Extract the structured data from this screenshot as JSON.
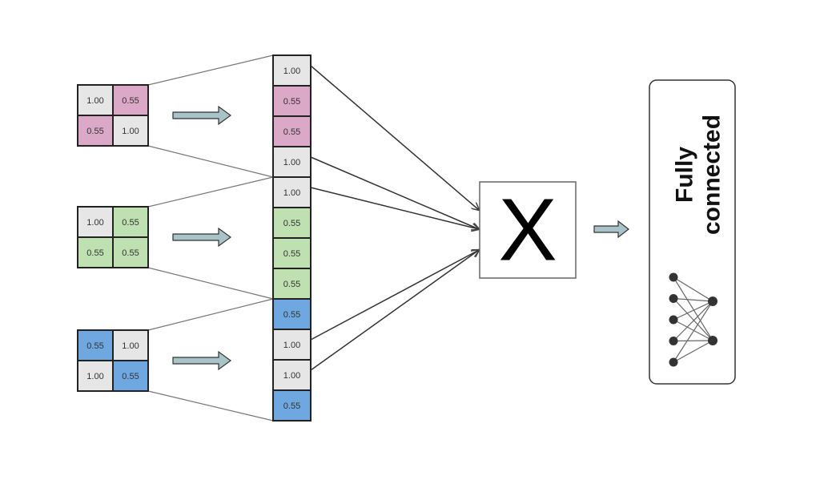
{
  "colors": {
    "gray": "#e6e6e6",
    "pink": "#dba8c8",
    "green": "#bfe0b0",
    "blue": "#6fa7e0",
    "arrow_fill": "#a9c4c8",
    "line": "#555555"
  },
  "input_grids": [
    {
      "name": "grid-pink",
      "cells": [
        {
          "value": "1.00",
          "color": "gray"
        },
        {
          "value": "0.55",
          "color": "pink"
        },
        {
          "value": "0.55",
          "color": "pink"
        },
        {
          "value": "1.00",
          "color": "gray"
        }
      ]
    },
    {
      "name": "grid-green",
      "cells": [
        {
          "value": "1.00",
          "color": "gray"
        },
        {
          "value": "0.55",
          "color": "green"
        },
        {
          "value": "0.55",
          "color": "green"
        },
        {
          "value": "0.55",
          "color": "green"
        }
      ]
    },
    {
      "name": "grid-blue",
      "cells": [
        {
          "value": "0.55",
          "color": "blue"
        },
        {
          "value": "1.00",
          "color": "gray"
        },
        {
          "value": "1.00",
          "color": "gray"
        },
        {
          "value": "0.55",
          "color": "blue"
        }
      ]
    }
  ],
  "flattened_vector": [
    {
      "value": "1.00",
      "color": "gray"
    },
    {
      "value": "0.55",
      "color": "pink"
    },
    {
      "value": "0.55",
      "color": "pink"
    },
    {
      "value": "1.00",
      "color": "gray"
    },
    {
      "value": "1.00",
      "color": "gray"
    },
    {
      "value": "0.55",
      "color": "green"
    },
    {
      "value": "0.55",
      "color": "green"
    },
    {
      "value": "0.55",
      "color": "green"
    },
    {
      "value": "0.55",
      "color": "blue"
    },
    {
      "value": "1.00",
      "color": "gray"
    },
    {
      "value": "1.00",
      "color": "gray"
    },
    {
      "value": "0.55",
      "color": "blue"
    }
  ],
  "arrow_sources": [
    0,
    3,
    4,
    9,
    10
  ],
  "operator": {
    "label": "X"
  },
  "fully_connected": {
    "line1": "Fully",
    "line2": "connected"
  },
  "network_icon": {
    "input_nodes": 5,
    "output_nodes": 2
  }
}
